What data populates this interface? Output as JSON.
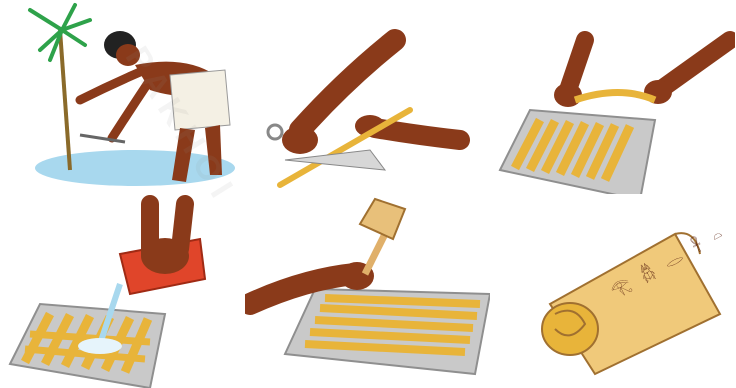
{
  "watermark": "PAKHOI",
  "scroll_glyphs": [
    "𓂀",
    "𓆣",
    "𓂋",
    "𓋹",
    "𓏏"
  ],
  "colors": {
    "skin": "#8a3a1a",
    "skin_dark": "#5a2210",
    "papyrus": "#e8b43a",
    "papyrus_dark": "#b07a18",
    "stone": "#c9c9c9",
    "stone_dark": "#8f8f8f",
    "water": "#a8d8ee",
    "jug": "#e0452a",
    "plant_green": "#2ea24a",
    "scroll": "#f0c97a"
  }
}
